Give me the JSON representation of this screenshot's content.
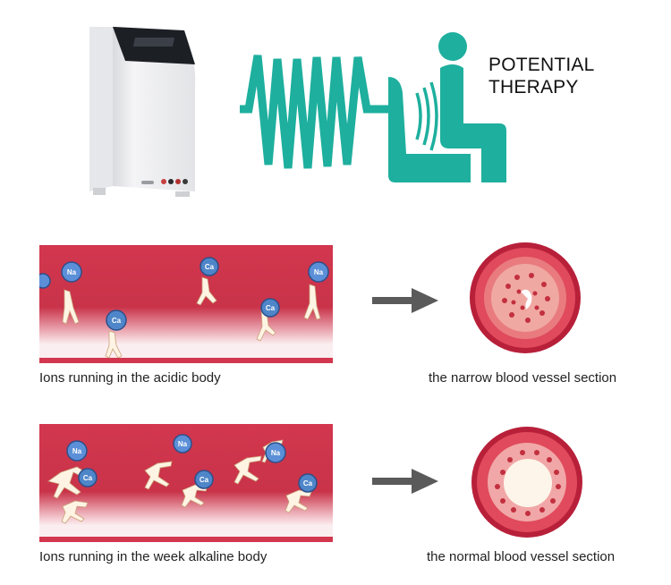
{
  "header": {
    "title_line1": "POTENTIAL",
    "title_line2": "THERAPY"
  },
  "colors": {
    "teal": "#1eaf9e",
    "blood_red": "#d2374e",
    "arrow_gray": "#5a5a5a"
  },
  "ions": {
    "sodium": "Na",
    "calcium": "Ca"
  },
  "rows": [
    {
      "panel_caption": "Ions running in the acidic body",
      "vessel_caption": "the narrow blood vessel section"
    },
    {
      "panel_caption": "Ions running in the week alkaline body",
      "vessel_caption": "the normal blood vessel section"
    }
  ]
}
